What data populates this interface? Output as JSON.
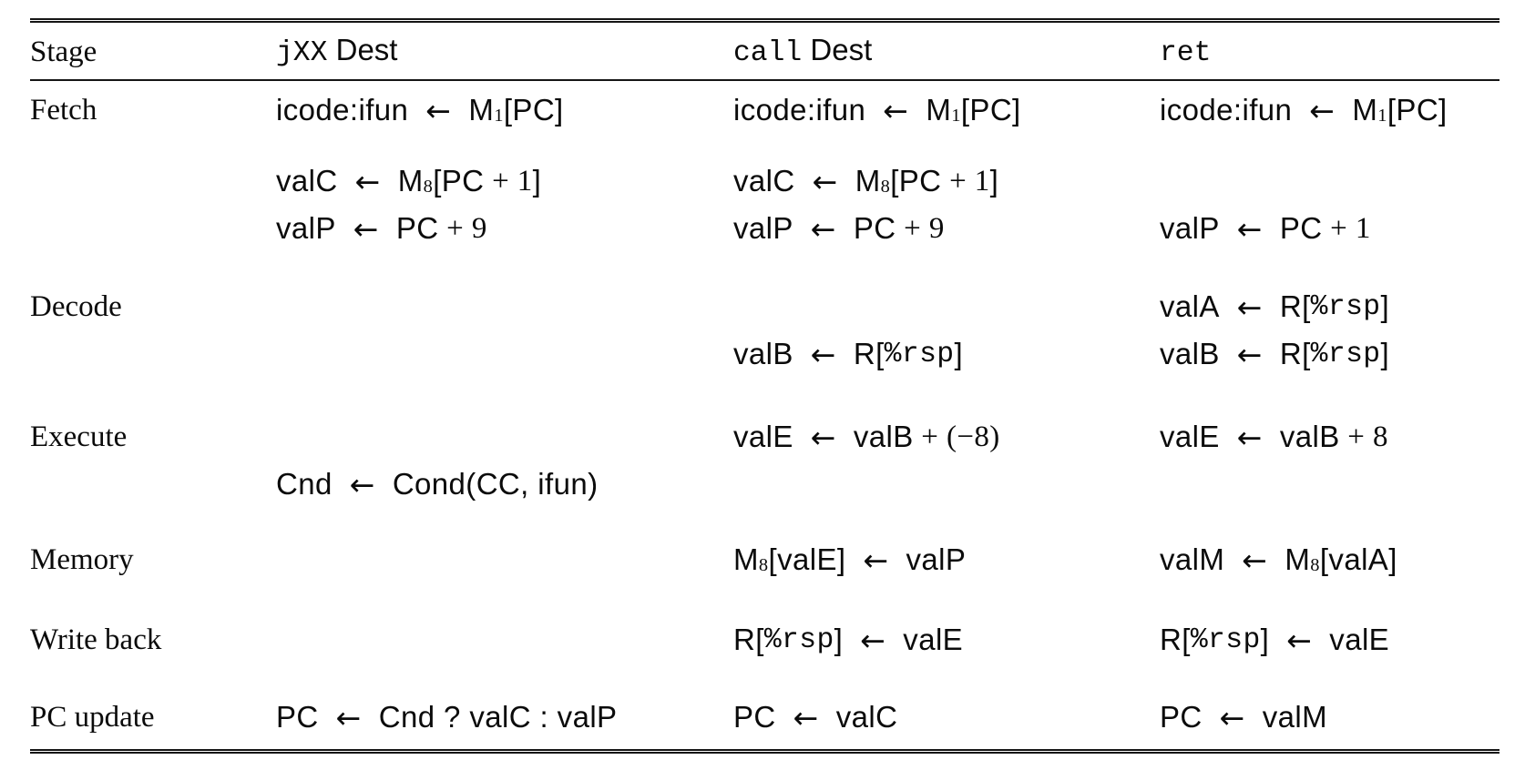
{
  "colors": {
    "text": "#0b0b0b",
    "background": "#ffffff",
    "rule": "#151515"
  },
  "table": {
    "headers": [
      {
        "id": "stage",
        "parts": [
          {
            "t": "Stage",
            "s": "serif"
          }
        ]
      },
      {
        "id": "jxx",
        "parts": [
          {
            "t": "jXX",
            "s": "mono"
          },
          {
            "t": " Dest"
          }
        ]
      },
      {
        "id": "call",
        "parts": [
          {
            "t": "call",
            "s": "mono"
          },
          {
            "t": " Dest"
          }
        ]
      },
      {
        "id": "ret",
        "parts": [
          {
            "t": "ret",
            "s": "mono"
          }
        ]
      }
    ],
    "stages": [
      {
        "label": "Fetch",
        "rows": [
          {
            "jxx": [
              {
                "t": "icode:ifun"
              },
              {
                "t": "←",
                "s": "arrow"
              },
              {
                "t": "M"
              },
              {
                "t": "1",
                "s": "sub"
              },
              {
                "t": "[PC]"
              }
            ],
            "call": [
              {
                "t": "icode:ifun"
              },
              {
                "t": "←",
                "s": "arrow"
              },
              {
                "t": "M"
              },
              {
                "t": "1",
                "s": "sub"
              },
              {
                "t": "[PC]"
              }
            ],
            "ret": [
              {
                "t": "icode:ifun"
              },
              {
                "t": "←",
                "s": "arrow"
              },
              {
                "t": "M"
              },
              {
                "t": "1",
                "s": "sub"
              },
              {
                "t": "[PC]"
              }
            ]
          },
          {
            "gap": true,
            "jxx": [
              {
                "t": "valC"
              },
              {
                "t": "←",
                "s": "arrow"
              },
              {
                "t": "M"
              },
              {
                "t": "8",
                "s": "sub"
              },
              {
                "t": "[PC"
              },
              {
                "t": " + 1",
                "s": "num"
              },
              {
                "t": "]"
              }
            ],
            "call": [
              {
                "t": "valC"
              },
              {
                "t": "←",
                "s": "arrow"
              },
              {
                "t": "M"
              },
              {
                "t": "8",
                "s": "sub"
              },
              {
                "t": "[PC"
              },
              {
                "t": " + 1",
                "s": "num"
              },
              {
                "t": "]"
              }
            ],
            "ret": null
          },
          {
            "jxx": [
              {
                "t": "valP"
              },
              {
                "t": "←",
                "s": "arrow"
              },
              {
                "t": "PC"
              },
              {
                "t": " + 9",
                "s": "num"
              }
            ],
            "call": [
              {
                "t": "valP"
              },
              {
                "t": "←",
                "s": "arrow"
              },
              {
                "t": "PC"
              },
              {
                "t": " + 9",
                "s": "num"
              }
            ],
            "ret": [
              {
                "t": "valP"
              },
              {
                "t": "←",
                "s": "arrow"
              },
              {
                "t": "PC"
              },
              {
                "t": " + 1",
                "s": "num"
              }
            ]
          }
        ]
      },
      {
        "label": "Decode",
        "rows": [
          {
            "jxx": null,
            "call": null,
            "ret": [
              {
                "t": "valA"
              },
              {
                "t": "←",
                "s": "arrow"
              },
              {
                "t": "R["
              },
              {
                "t": "%rsp",
                "s": "mono"
              },
              {
                "t": "]"
              }
            ]
          },
          {
            "jxx": null,
            "call": [
              {
                "t": "valB"
              },
              {
                "t": "←",
                "s": "arrow"
              },
              {
                "t": "R["
              },
              {
                "t": "%rsp",
                "s": "mono"
              },
              {
                "t": "]"
              }
            ],
            "ret": [
              {
                "t": "valB"
              },
              {
                "t": "←",
                "s": "arrow"
              },
              {
                "t": "R["
              },
              {
                "t": "%rsp",
                "s": "mono"
              },
              {
                "t": "]"
              }
            ]
          }
        ]
      },
      {
        "label": "Execute",
        "rows": [
          {
            "jxx": null,
            "call": [
              {
                "t": "valE"
              },
              {
                "t": "←",
                "s": "arrow"
              },
              {
                "t": "valB"
              },
              {
                "t": " + (−8)",
                "s": "num"
              }
            ],
            "ret": [
              {
                "t": "valE"
              },
              {
                "t": "←",
                "s": "arrow"
              },
              {
                "t": "valB"
              },
              {
                "t": " + 8",
                "s": "num"
              }
            ]
          },
          {
            "jxx": [
              {
                "t": "Cnd"
              },
              {
                "t": "←",
                "s": "arrow"
              },
              {
                "t": "Cond(CC, ifun)"
              }
            ],
            "call": null,
            "ret": null
          }
        ]
      },
      {
        "label": "Memory",
        "rows": [
          {
            "jxx": null,
            "call": [
              {
                "t": "M"
              },
              {
                "t": "8",
                "s": "sub"
              },
              {
                "t": "[valE]"
              },
              {
                "t": "←",
                "s": "arrow"
              },
              {
                "t": "valP"
              }
            ],
            "ret": [
              {
                "t": "valM"
              },
              {
                "t": "←",
                "s": "arrow"
              },
              {
                "t": "M"
              },
              {
                "t": "8",
                "s": "sub"
              },
              {
                "t": "[valA]"
              }
            ]
          }
        ]
      },
      {
        "label": "Write back",
        "rows": [
          {
            "jxx": null,
            "call": [
              {
                "t": "R["
              },
              {
                "t": "%rsp",
                "s": "mono"
              },
              {
                "t": "]"
              },
              {
                "t": "←",
                "s": "arrow"
              },
              {
                "t": "valE"
              }
            ],
            "ret": [
              {
                "t": "R["
              },
              {
                "t": "%rsp",
                "s": "mono"
              },
              {
                "t": "]"
              },
              {
                "t": "←",
                "s": "arrow"
              },
              {
                "t": "valE"
              }
            ]
          }
        ]
      },
      {
        "label": "PC update",
        "rows": [
          {
            "jxx": [
              {
                "t": "PC"
              },
              {
                "t": "←",
                "s": "arrow"
              },
              {
                "t": "Cnd ? valC : valP"
              }
            ],
            "call": [
              {
                "t": "PC"
              },
              {
                "t": "←",
                "s": "arrow"
              },
              {
                "t": "valC"
              }
            ],
            "ret": [
              {
                "t": "PC"
              },
              {
                "t": "←",
                "s": "arrow"
              },
              {
                "t": "valM"
              }
            ]
          }
        ]
      }
    ]
  }
}
